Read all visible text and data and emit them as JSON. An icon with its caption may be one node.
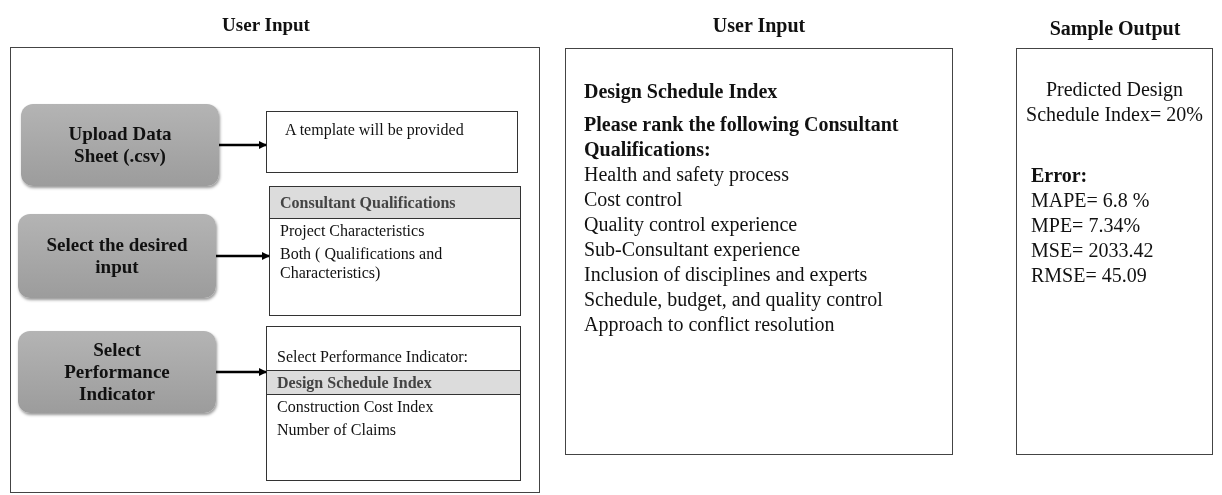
{
  "diagram": {
    "nodes": [
      {
        "text": [
          "User Input"
        ]
      },
      {
        "text": [
          "Upload Data Sheet (.csv)"
        ],
        "in": 0
      },
      {
        "text": [
          "A template will be provided"
        ],
        "in": 0
      },
      {
        "text": [
          "Select the desired input"
        ],
        "in": 0
      },
      {
        "text": [
          "Consultant Qualifications",
          "Project Characteristics",
          "Both ( Qualifications and Characteristics)"
        ],
        "in": 0
      },
      {
        "text": [
          "Select Performance Indicator"
        ],
        "in": 0
      },
      {
        "text": [
          "Select Performance Indicator:",
          "Design Schedule Index",
          "Construction Cost Index",
          "Number of Claims"
        ],
        "in": 0
      },
      {
        "text": [
          "User Input",
          "Design Schedule Index",
          "Please rank the following Consultant Qualifications:",
          "Health and safety process",
          "Cost control",
          "Quality control experience",
          "Sub-Consultant experience",
          "Inclusion of disciplines and experts",
          "Schedule, budget, and quality control",
          "Approach to conflict resolution"
        ]
      },
      {
        "text": [
          "Sample Output",
          "Predicted Design Schedule Index= 20%",
          "Error:",
          "MAPE= 6.8 %",
          "MPE= 7.34%",
          "MSE= 2033.42",
          "RMSE= 45.09"
        ]
      }
    ],
    "edges": [
      {
        "from": 1,
        "to": 2,
        "arrow": "to"
      },
      {
        "from": 3,
        "to": 4,
        "arrow": "to"
      },
      {
        "from": 5,
        "to": 6,
        "arrow": "to"
      }
    ]
  }
}
